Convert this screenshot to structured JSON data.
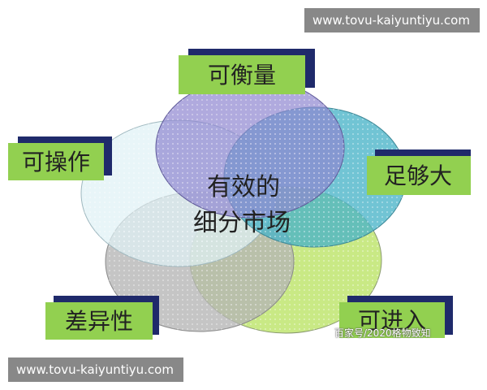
{
  "watermark": {
    "text": "www.tovu-kaiyuntiyu.com"
  },
  "credit": "百家号/2020格物致知",
  "diagram": {
    "center": {
      "line1": "有效的",
      "line2": "细分市场"
    },
    "labels": {
      "measurable": "可衡量",
      "large": "足够大",
      "operable": "可操作",
      "different": "差异性",
      "accessible": "可进入"
    }
  },
  "colors": {
    "label_bg": "#92d050",
    "label_shadow": "#1f2a6b",
    "circle_top": "#8f86d0",
    "circle_right": "#49b3c8",
    "circle_left": "#dff1f5",
    "circle_bottom_left": "#b5b5b5",
    "circle_bottom_right": "#bde46a"
  }
}
